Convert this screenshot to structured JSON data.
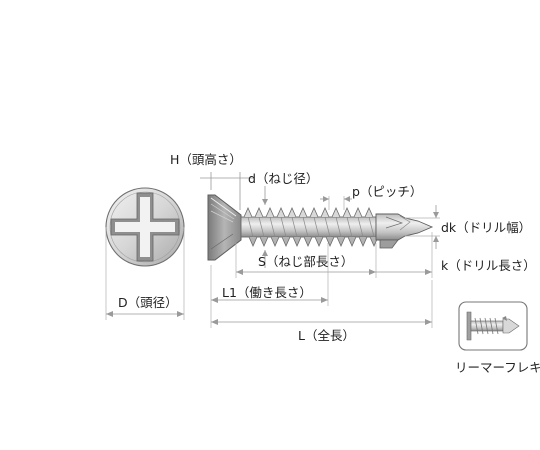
{
  "labels": {
    "head_height": "H（頭高さ）",
    "thread_diameter": "d（ねじ径）",
    "pitch": "p（ピッチ）",
    "drill_width": "dk（ドリル幅）",
    "thread_length": "S（ねじ部長さ）",
    "drill_length": "k（ドリル長さ）",
    "working_length": "L1（働き長さ）",
    "total_length": "L（全長）",
    "head_diameter": "D（頭径）",
    "variant_caption": "リーマーフレキ"
  },
  "colors": {
    "metal_light": "#e6e6e6",
    "metal_mid": "#c8c8c8",
    "metal_dark": "#8f8f8f",
    "outline": "#6e6e6e",
    "dimension_line": "#9a9a9a"
  }
}
